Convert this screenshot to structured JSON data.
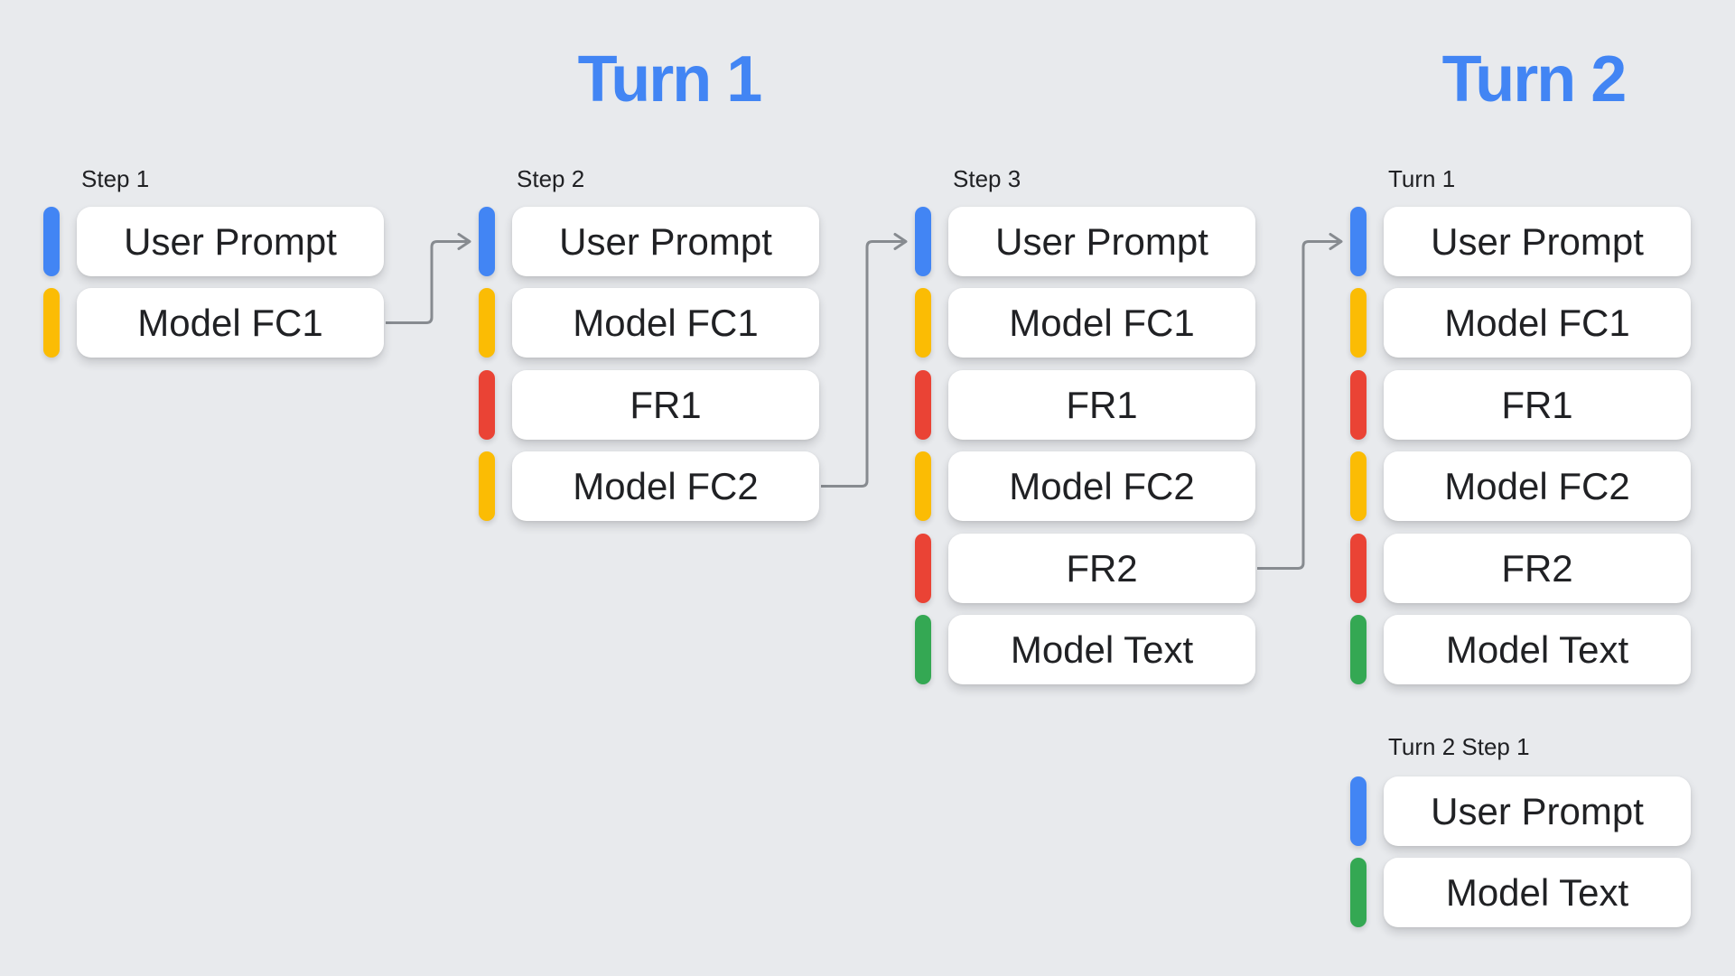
{
  "titles": {
    "turn1": "Turn 1",
    "turn2": "Turn 2"
  },
  "colors": {
    "background": "#e8eaed",
    "title_text": "#4285f4",
    "label_text": "#202124",
    "node_text": "#202124",
    "node_background": "#ffffff",
    "arrow": "#878b90",
    "bars": {
      "blue": "#4285f4",
      "yellow": "#fbbc04",
      "red": "#ea4335",
      "green": "#34a853"
    }
  },
  "groups": [
    {
      "label": "Step 1",
      "rows": [
        {
          "text": "User Prompt",
          "color": "blue"
        },
        {
          "text": "Model FC1",
          "color": "yellow"
        }
      ]
    },
    {
      "label": "Step 2",
      "rows": [
        {
          "text": "User Prompt",
          "color": "blue"
        },
        {
          "text": "Model FC1",
          "color": "yellow"
        },
        {
          "text": "FR1",
          "color": "red"
        },
        {
          "text": "Model FC2",
          "color": "yellow"
        }
      ]
    },
    {
      "label": "Step 3",
      "rows": [
        {
          "text": "User Prompt",
          "color": "blue"
        },
        {
          "text": "Model FC1",
          "color": "yellow"
        },
        {
          "text": "FR1",
          "color": "red"
        },
        {
          "text": "Model FC2",
          "color": "yellow"
        },
        {
          "text": "FR2",
          "color": "red"
        },
        {
          "text": "Model Text",
          "color": "green"
        }
      ]
    },
    {
      "label": "Turn 1",
      "rows": [
        {
          "text": "User Prompt",
          "color": "blue"
        },
        {
          "text": "Model FC1",
          "color": "yellow"
        },
        {
          "text": "FR1",
          "color": "red"
        },
        {
          "text": "Model FC2",
          "color": "yellow"
        },
        {
          "text": "FR2",
          "color": "red"
        },
        {
          "text": "Model Text",
          "color": "green"
        }
      ]
    },
    {
      "label": "Turn 2 Step 1",
      "rows": [
        {
          "text": "User Prompt",
          "color": "blue"
        },
        {
          "text": "Model Text",
          "color": "green"
        }
      ]
    }
  ],
  "arrows": [
    {
      "from": {
        "group": 0,
        "row": 1
      },
      "to": {
        "group": 1,
        "row": 0
      }
    },
    {
      "from": {
        "group": 1,
        "row": 3
      },
      "to": {
        "group": 2,
        "row": 0
      }
    },
    {
      "from": {
        "group": 2,
        "row": 4
      },
      "to": {
        "group": 3,
        "row": 0
      }
    }
  ]
}
